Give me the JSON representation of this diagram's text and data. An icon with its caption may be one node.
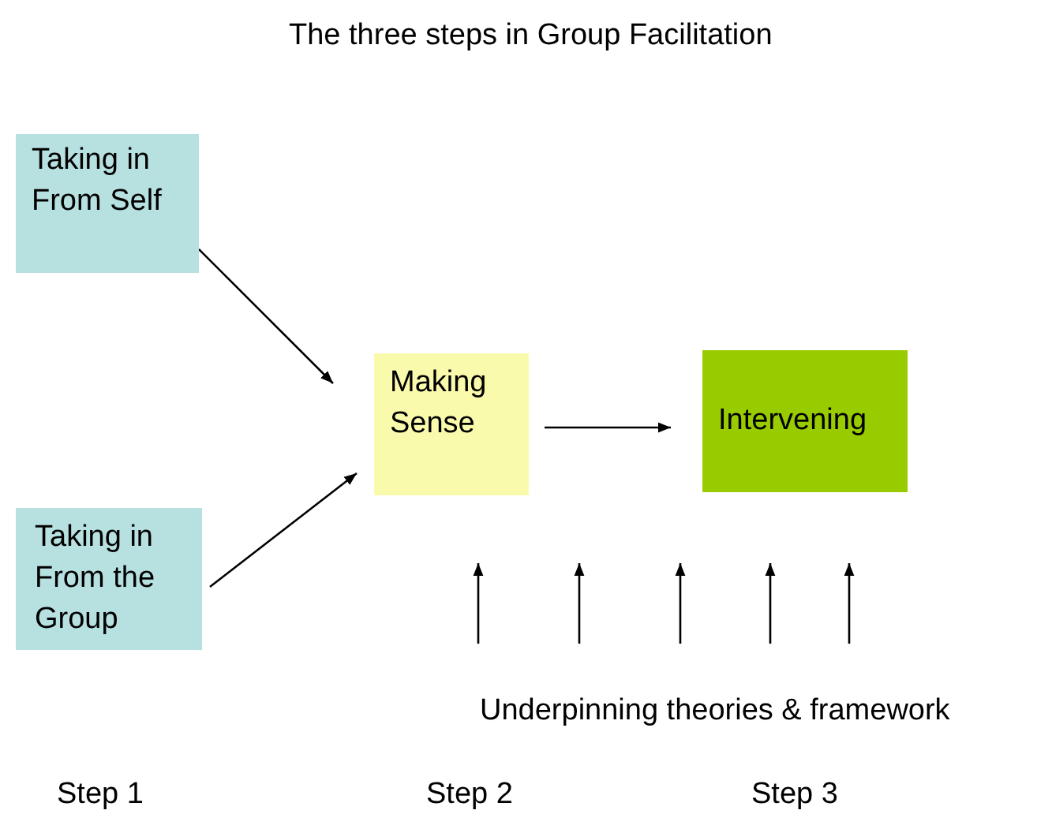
{
  "diagram": {
    "title": "The three steps in Group Facilitation",
    "nodes": [
      {
        "text": [
          "Taking in From Self"
        ]
      },
      {
        "text": [
          "Making Sense"
        ]
      },
      {
        "text": [
          "Intervening"
        ]
      },
      {
        "text": [
          "Taking in From the Group"
        ]
      }
    ],
    "edges": [
      {
        "from": 0,
        "to": 1,
        "arrow": "to"
      },
      {
        "from": 3,
        "to": 1,
        "arrow": "to"
      },
      {
        "from": 1,
        "to": 2,
        "arrow": "to"
      }
    ],
    "labels": [
      "Underpinning theories & framework",
      "Step 1",
      "Step 2",
      "Step 3"
    ]
  }
}
